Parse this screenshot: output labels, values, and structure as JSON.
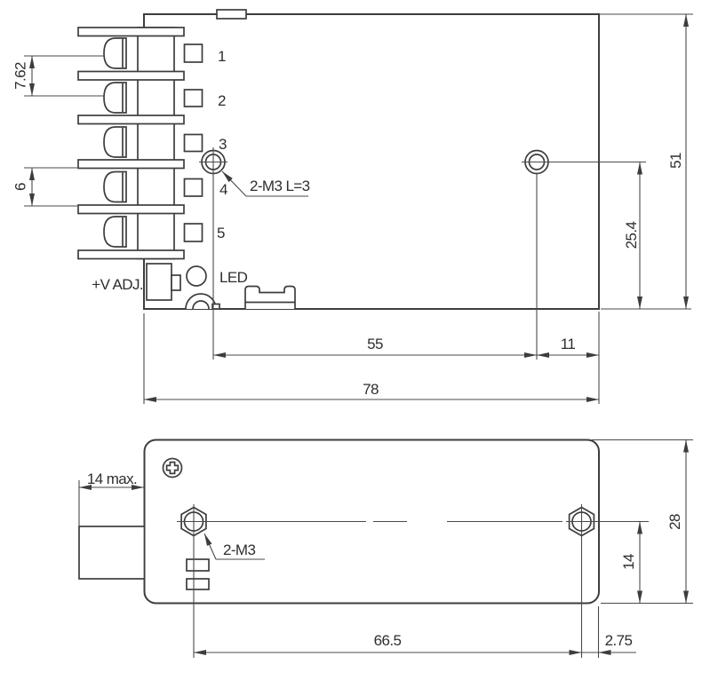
{
  "top_view": {
    "terminals": [
      "1",
      "2",
      "3",
      "4",
      "5"
    ],
    "v_adj_label": "+V ADJ.",
    "led_label": "LED",
    "mounting_hole_label": "2-M3 L=3",
    "dim_pitch": "7.62",
    "dim_slot": "6",
    "dim_height": "51",
    "dim_hole_to_base": "25.4",
    "dim_hole_span": "55",
    "dim_hole_to_edge": "11",
    "dim_length": "78"
  },
  "bottom_view": {
    "mounting_hole_label": "2-M3",
    "dim_terminal_depth": "14 max.",
    "dim_hole_span": "66.5",
    "dim_hole_to_edge": "2.75",
    "dim_height": "28",
    "dim_hole_to_base": "14"
  },
  "colors": {
    "line": "#3d3d3d",
    "text": "#2e2e2e",
    "background": "#ffffff"
  }
}
